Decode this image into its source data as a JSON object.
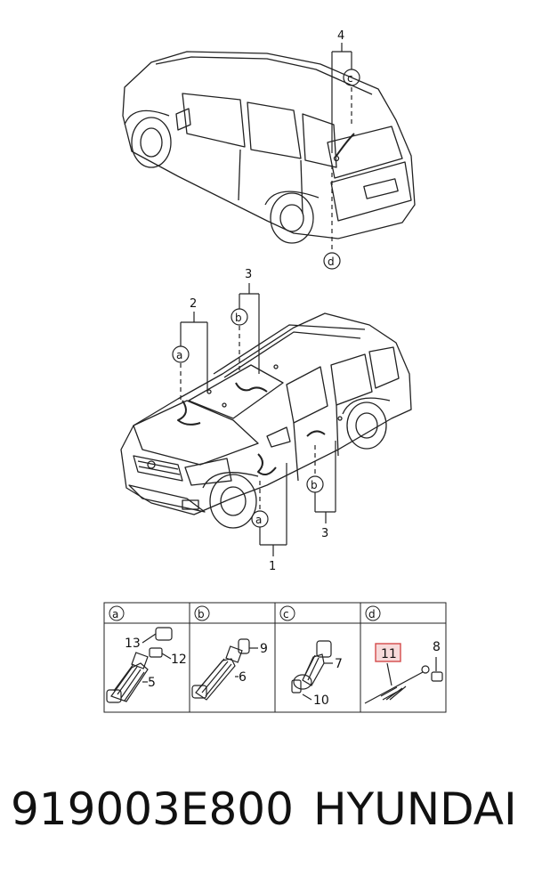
{
  "diagram": {
    "callouts": {
      "top_4": "4",
      "top_c": "c",
      "top_d": "d",
      "mid_3_top": "3",
      "mid_2": "2",
      "mid_b_top": "b",
      "mid_a_top": "a",
      "mid_b_side": "b",
      "mid_3_bottom": "3",
      "mid_a_bottom": "a",
      "mid_1": "1"
    },
    "table": {
      "columns": [
        {
          "label": "a",
          "parts": [
            "13",
            "12",
            "5"
          ]
        },
        {
          "label": "b",
          "parts": [
            "9",
            "6"
          ]
        },
        {
          "label": "c",
          "parts": [
            "7",
            "10"
          ]
        },
        {
          "label": "d",
          "parts": [
            "8",
            "11"
          ]
        }
      ]
    }
  },
  "footer": {
    "part_number": "919003E800",
    "brand": "HYUNDAI"
  },
  "colors": {
    "highlight": "#f7dada",
    "highlight_border": "#d44a4a"
  }
}
